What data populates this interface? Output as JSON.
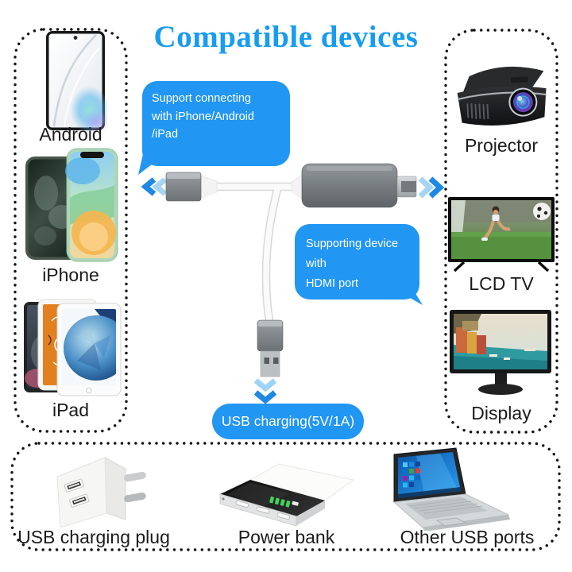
{
  "title": "Compatible devices",
  "colors": {
    "title_blue": "#189cf0",
    "bubble_blue": "#2196f3",
    "arrow_dark_blue": "#1e88e5",
    "arrow_light_blue": "#a6d4f5",
    "connector_gray": "#7c8285",
    "label_black": "#1b1b1b"
  },
  "left_panel": {
    "items": [
      {
        "label": "Android",
        "icon": "android-phone-image"
      },
      {
        "label": "iPhone",
        "icon": "iphone-image"
      },
      {
        "label": "iPad",
        "icon": "ipad-image"
      }
    ]
  },
  "right_panel": {
    "items": [
      {
        "label": "Projector",
        "icon": "projector-image"
      },
      {
        "label": "LCD TV",
        "icon": "lcd-tv-image"
      },
      {
        "label": "Display",
        "icon": "monitor-image"
      }
    ]
  },
  "bottom_panel": {
    "items": [
      {
        "label": "USB charging plug",
        "icon": "usb-charging-plug-image"
      },
      {
        "label": "Power bank",
        "icon": "power-bank-image"
      },
      {
        "label": "Other USB ports",
        "icon": "laptop-image"
      }
    ]
  },
  "callouts": {
    "phone_bubble": {
      "lines": [
        "Support connecting",
        "with iPhone/Android",
        "/iPad"
      ]
    },
    "hdmi_bubble": {
      "lines": [
        "Supporting device with",
        "HDMI port"
      ]
    },
    "usb_pill": {
      "label": "USB charging(5V/1A)"
    }
  },
  "icons": {
    "left_arrows": "double-chevron-left",
    "right_arrows": "double-chevron-right",
    "down_arrows": "double-chevron-down"
  }
}
